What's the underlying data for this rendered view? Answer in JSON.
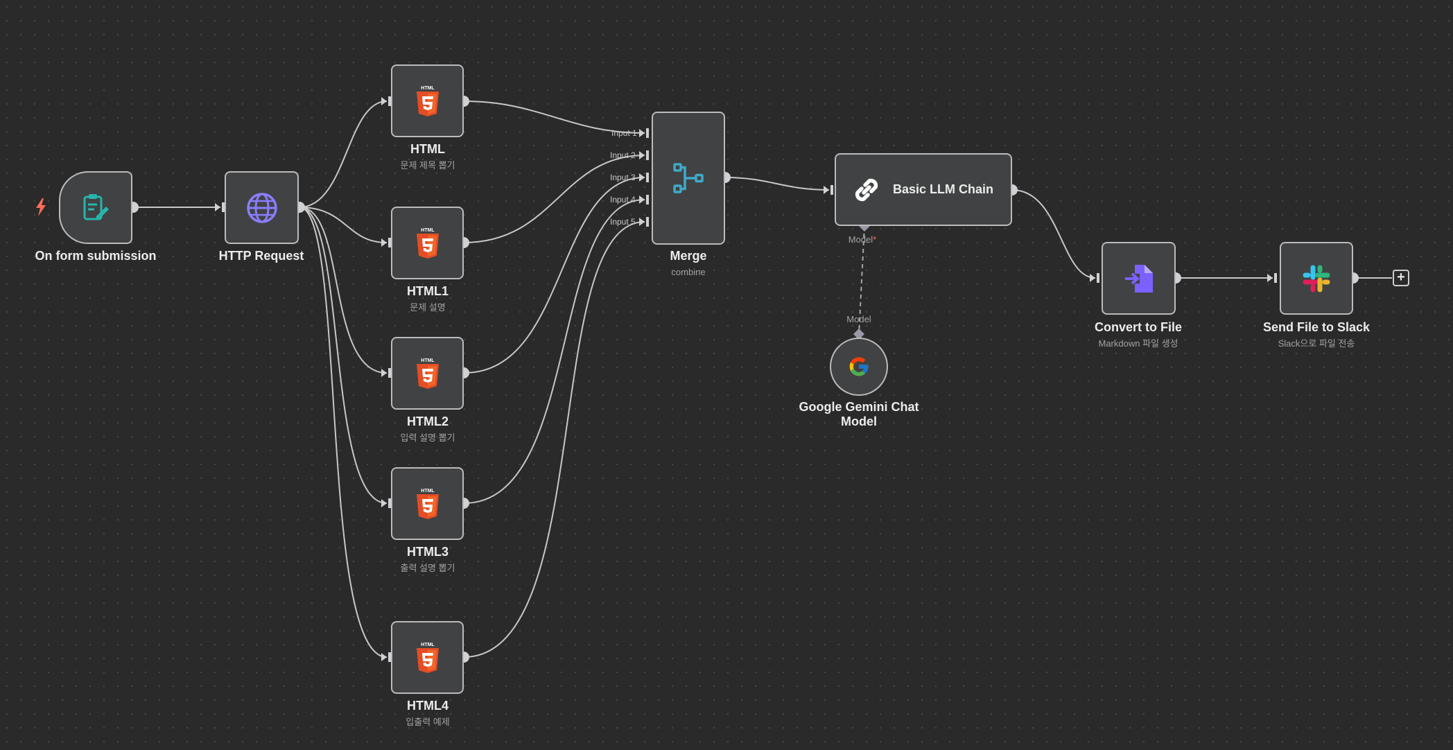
{
  "canvas": {
    "background": "#2a2a2a",
    "edge_color": "#c8c8ca"
  },
  "nodes": {
    "form_trigger": {
      "label": "On form submission",
      "icon": "form-edit-icon"
    },
    "http_request": {
      "label": "HTTP Request",
      "icon": "globe-icon"
    },
    "html": {
      "label": "HTML",
      "subtitle": "문제 제목 뽑기",
      "icon": "html5-icon"
    },
    "html1": {
      "label": "HTML1",
      "subtitle": "문제 설명",
      "icon": "html5-icon"
    },
    "html2": {
      "label": "HTML2",
      "subtitle": "입력 설명 뽑기",
      "icon": "html5-icon"
    },
    "html3": {
      "label": "HTML3",
      "subtitle": "출력 설명 뽑기",
      "icon": "html5-icon"
    },
    "html4": {
      "label": "HTML4",
      "subtitle": "입출력 예제",
      "icon": "html5-icon"
    },
    "merge": {
      "label": "Merge",
      "subtitle": "combine",
      "icon": "merge-icon",
      "inputs": [
        "Input 1",
        "Input 2",
        "Input 3",
        "Input 4",
        "Input 5"
      ]
    },
    "llm_chain": {
      "label": "Basic LLM Chain",
      "icon": "link-icon",
      "model_port": "Model",
      "required_marker": "*"
    },
    "gemini": {
      "label_line1": "Google Gemini Chat",
      "label_line2": "Model",
      "port": "Model",
      "icon": "google-icon"
    },
    "convert": {
      "label": "Convert to File",
      "subtitle": "Markdown 파일 생성",
      "icon": "convert-file-icon"
    },
    "slack": {
      "label": "Send File to Slack",
      "subtitle": "Slack으로 파일 전송",
      "icon": "slack-icon"
    }
  },
  "add_button": "+"
}
